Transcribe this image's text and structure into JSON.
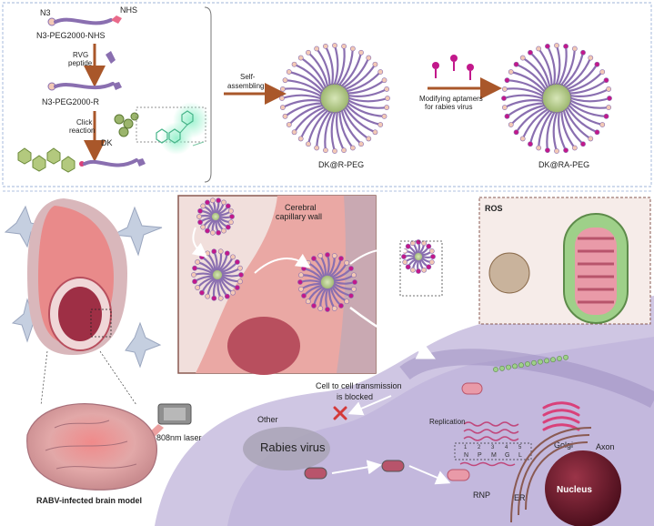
{
  "synthesis": {
    "n3": "N3",
    "nhs": "NHS",
    "n3_peg_nhs": "N3-PEG2000-NHS",
    "rvg_line1": "RVG",
    "rvg_line2": "peptide",
    "n3_peg_r": "N3-PEG2000-R",
    "click_line1": "Click",
    "click_line2": "reaction",
    "dk": "DK",
    "self_line1": "Self-",
    "self_line2": "assembling",
    "modify_line1": "Modifying aptamers",
    "modify_line2": "for rabies virus",
    "dk_r_peg": "DK@R-PEG",
    "dk_ra_peg": "DK@RA-PEG"
  },
  "mechanism": {
    "capillary_line1": "Cerebral",
    "capillary_line2": "capillary wall",
    "ros": "ROS",
    "transmission_line1": "Cell to cell transmission",
    "transmission_line2": "is blocked",
    "other": "Other",
    "rabies_virus": "Rabies virus",
    "laser": "808nm laser",
    "brain_model": "RABV-infected brain model",
    "replication": "Replication",
    "genes": [
      "N",
      "P",
      "M",
      "G",
      "L"
    ],
    "gene_nums": [
      "1",
      "2",
      "3",
      "4",
      "5"
    ],
    "golgi": "Golgi",
    "axon": "Axon",
    "rnp": "RNP",
    "nucleus": "Nucleus",
    "er": "ER"
  },
  "colors": {
    "peg_chain": "#8a6fb0",
    "bead_pink": "#f3c9b5",
    "aptamer": "#c2188b",
    "vessel": "#e98a8a",
    "neuron": "#9b8cc0",
    "cell_bg": "#cfc6e3",
    "nucleus": "#6e1f2e",
    "arrow": "#a9572a"
  }
}
